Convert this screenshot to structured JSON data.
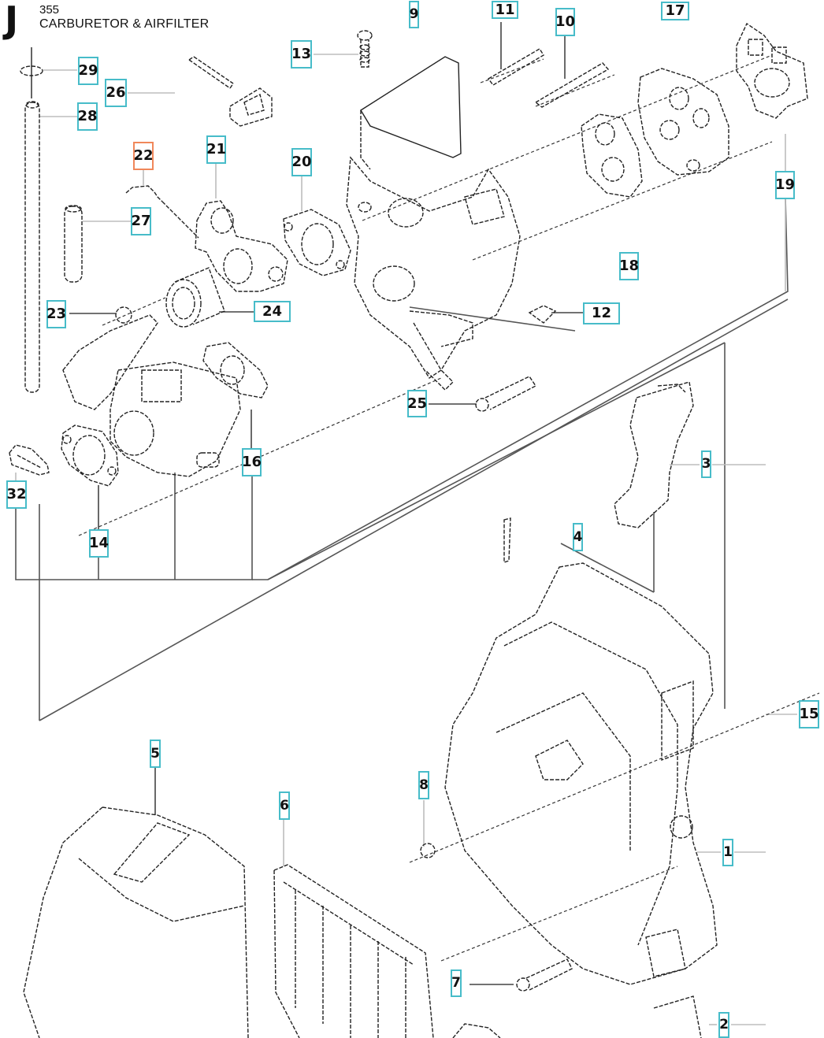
{
  "header": {
    "section_letter": "J",
    "model": "355",
    "title": "CARBURETOR & AIRFILTER"
  },
  "colors": {
    "callout_border": "#47bcc9",
    "callout_highlight": "#f0875a",
    "line": "#222222"
  },
  "selected_part": "22",
  "callouts": [
    {
      "id": "29",
      "label": "29",
      "part": "lock-nut"
    },
    {
      "id": "26",
      "label": "26",
      "part": "control-rod"
    },
    {
      "id": "28",
      "label": "28",
      "part": "throttle-rod"
    },
    {
      "id": "22",
      "label": "22",
      "part": "clip",
      "highlighted": true
    },
    {
      "id": "21",
      "label": "21",
      "part": "choke-lever"
    },
    {
      "id": "27",
      "label": "27",
      "part": "pin"
    },
    {
      "id": "20",
      "label": "20",
      "part": "gasket"
    },
    {
      "id": "23",
      "label": "23",
      "part": "nut"
    },
    {
      "id": "24",
      "label": "24",
      "part": "intake-boot"
    },
    {
      "id": "16",
      "label": "16",
      "part": "gasket"
    },
    {
      "id": "32",
      "label": "32",
      "part": "fuel-filter"
    },
    {
      "id": "14",
      "label": "14",
      "part": "carburetor-gasket"
    },
    {
      "id": "13",
      "label": "13",
      "part": "screw"
    },
    {
      "id": "9",
      "label": "9",
      "part": "carburetor-housing"
    },
    {
      "id": "11",
      "label": "11",
      "part": "bolt"
    },
    {
      "id": "10",
      "label": "10",
      "part": "bolt"
    },
    {
      "id": "17",
      "label": "17",
      "part": "intake-kit"
    },
    {
      "id": "19",
      "label": "19",
      "part": "gasket"
    },
    {
      "id": "18",
      "label": "18",
      "part": "intake-flange"
    },
    {
      "id": "12",
      "label": "12",
      "part": "nut"
    },
    {
      "id": "25",
      "label": "25",
      "part": "screw"
    },
    {
      "id": "3",
      "label": "3",
      "part": "bracket"
    },
    {
      "id": "4",
      "label": "4",
      "part": "seal"
    },
    {
      "id": "15",
      "label": "15",
      "part": "air-filter-assembly"
    },
    {
      "id": "5",
      "label": "5",
      "part": "cylinder-cover"
    },
    {
      "id": "8",
      "label": "8",
      "part": "nut"
    },
    {
      "id": "6",
      "label": "6",
      "part": "air-filter"
    },
    {
      "id": "1",
      "label": "1",
      "part": "air-filter-housing"
    },
    {
      "id": "7",
      "label": "7",
      "part": "screw"
    },
    {
      "id": "2",
      "label": "2",
      "part": "latch"
    }
  ]
}
